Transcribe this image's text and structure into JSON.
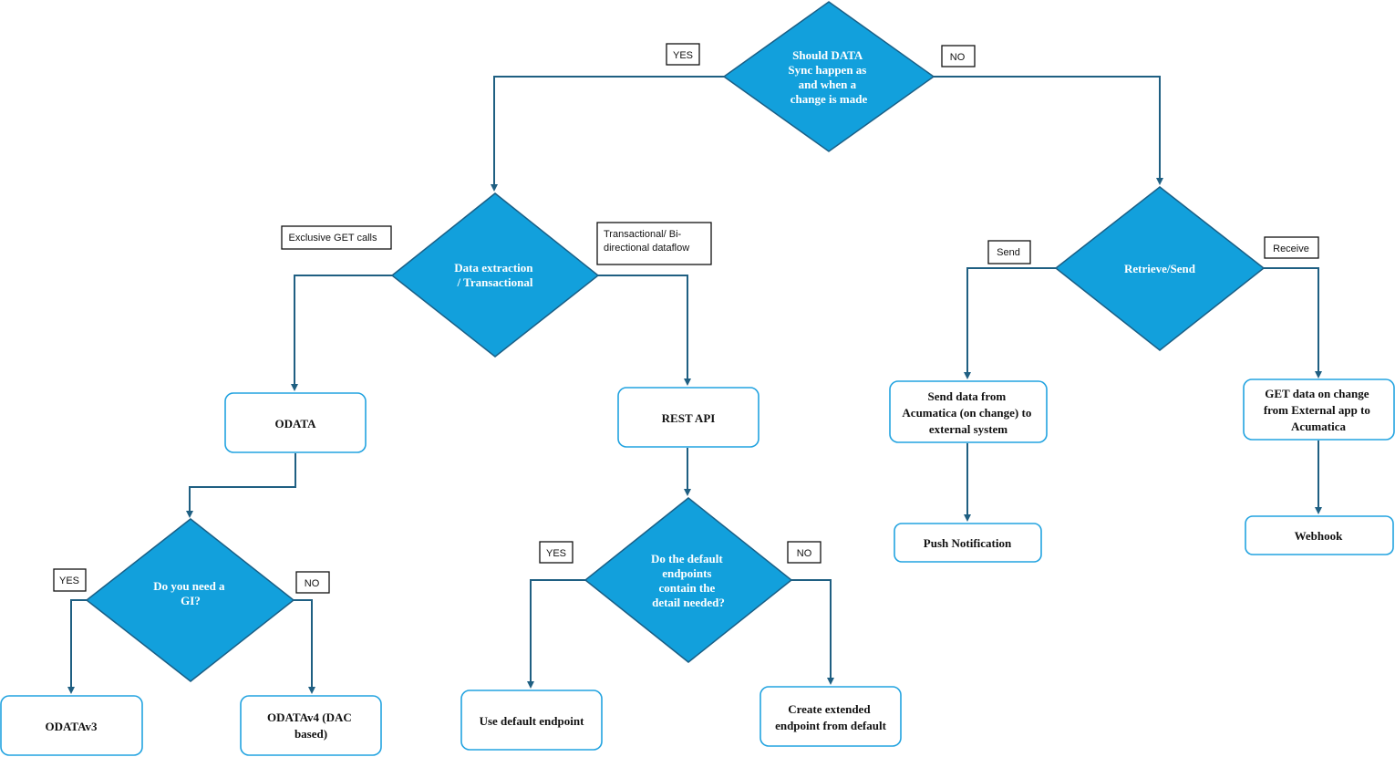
{
  "decisions": {
    "sync": {
      "lines": [
        "Should DATA",
        "Sync happen as",
        "and when a",
        "change is made"
      ]
    },
    "extraction": {
      "lines": [
        "Data extraction",
        "/ Transactional"
      ]
    },
    "retrieve_send": {
      "lines": [
        "Retrieve/Send"
      ]
    },
    "gi": {
      "lines": [
        "Do you need a",
        "GI?"
      ]
    },
    "endpoints": {
      "lines": [
        "Do the default",
        "endpoints",
        "contain the",
        "detail needed?"
      ]
    }
  },
  "processes": {
    "odata": {
      "lines": [
        "ODATA"
      ]
    },
    "rest_api": {
      "lines": [
        "REST API"
      ]
    },
    "send_data": {
      "lines": [
        "Send data from",
        "Acumatica (on change) to",
        "external system"
      ]
    },
    "get_data": {
      "lines": [
        "GET data on change",
        "from External app to",
        "Acumatica"
      ]
    },
    "push_notification": {
      "lines": [
        "Push Notification"
      ]
    },
    "webhook": {
      "lines": [
        "Webhook"
      ]
    },
    "odatav3": {
      "lines": [
        "ODATAv3"
      ]
    },
    "odatav4": {
      "lines": [
        "ODATAv4 (DAC",
        "based)"
      ]
    },
    "use_default": {
      "lines": [
        "Use default endpoint"
      ]
    },
    "create_extended": {
      "lines": [
        "Create extended",
        "endpoint from default"
      ]
    }
  },
  "labels": {
    "sync_yes": {
      "lines": [
        "YES"
      ]
    },
    "sync_no": {
      "lines": [
        "NO"
      ]
    },
    "exclusive_get": {
      "lines": [
        "Exclusive GET calls"
      ]
    },
    "transactional": {
      "lines": [
        "Transactional/ Bi-",
        "directional dataflow"
      ]
    },
    "send": {
      "lines": [
        "Send"
      ]
    },
    "receive": {
      "lines": [
        "Receive"
      ]
    },
    "gi_yes": {
      "lines": [
        "YES"
      ]
    },
    "gi_no": {
      "lines": [
        "NO"
      ]
    },
    "endpoints_yes": {
      "lines": [
        "YES"
      ]
    },
    "endpoints_no": {
      "lines": [
        "NO"
      ]
    }
  },
  "colors": {
    "decision_fill": "#12a0dc",
    "connector": "#1f5f82",
    "process_border": "#22a3e0"
  }
}
